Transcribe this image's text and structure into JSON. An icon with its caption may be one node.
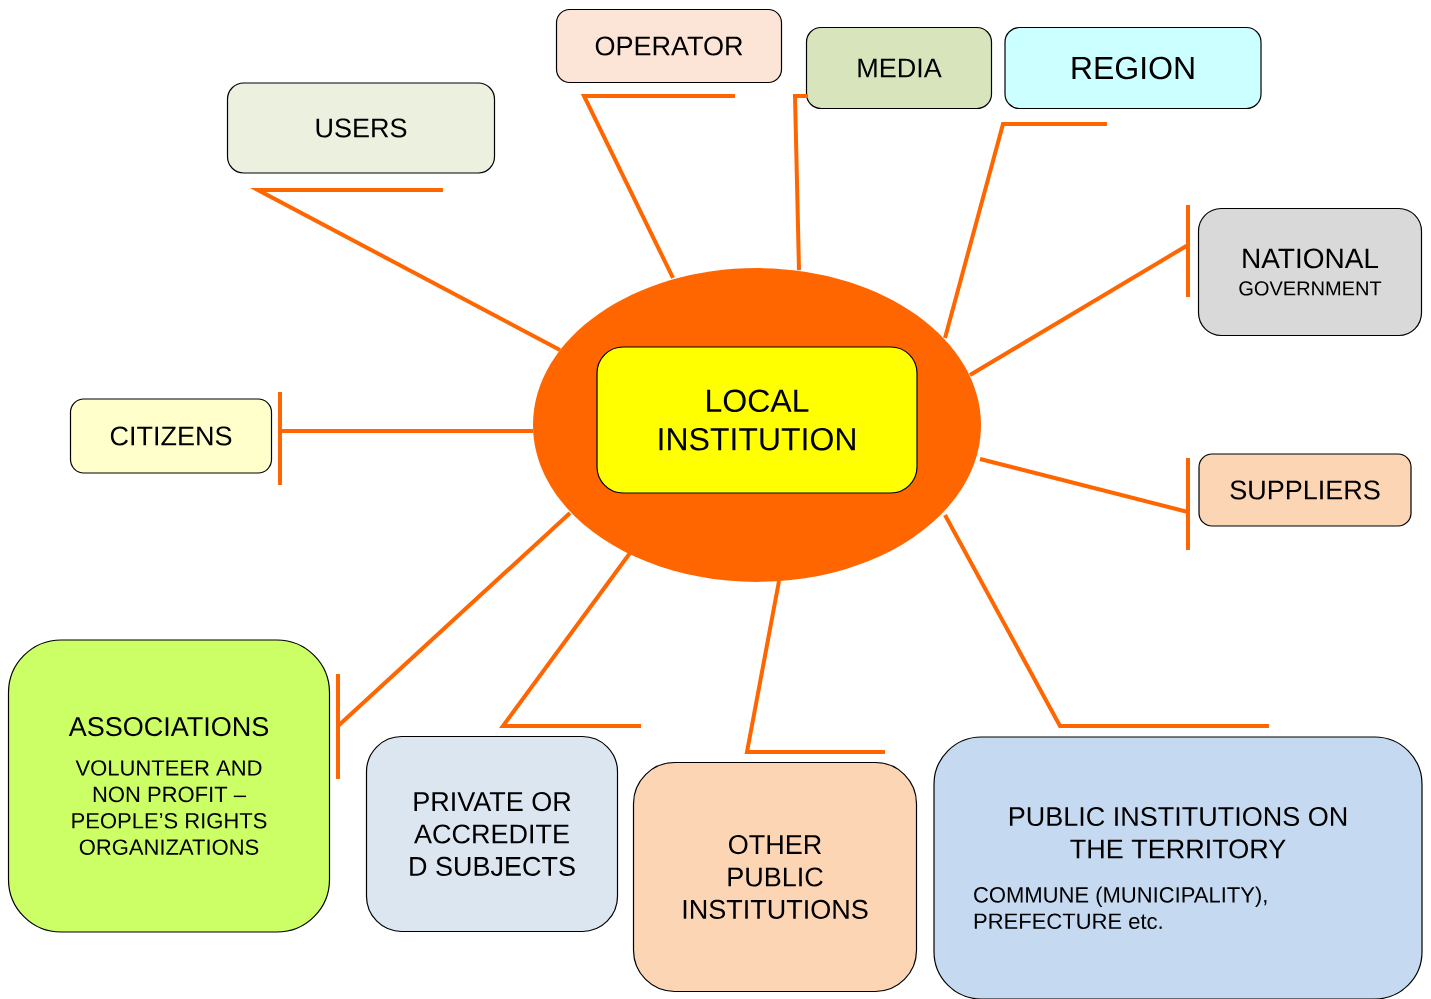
{
  "diagram": {
    "nodes": [
      {
        "text": [],
        "shape": "ellipse"
      },
      {
        "text": [
          "LOCAL INSTITUTION"
        ],
        "in": 0
      },
      {
        "text": [
          "OPERATOR"
        ]
      },
      {
        "text": [
          "MEDIA"
        ]
      },
      {
        "text": [
          "REGION"
        ]
      },
      {
        "text": [
          "USERS"
        ]
      },
      {
        "text": [
          "NATIONAL",
          "GOVERNMENT"
        ]
      },
      {
        "text": [
          "CITIZENS"
        ]
      },
      {
        "text": [
          "SUPPLIERS"
        ]
      },
      {
        "text": [
          "ASSOCIATIONS",
          "VOLUNTEER AND NON PROFIT – PEOPLE’S RIGHTS ORGANIZATIONS"
        ]
      },
      {
        "text": [
          "PRIVATE OR ACCREDITE D SUBJECTS"
        ]
      },
      {
        "text": [
          "OTHER PUBLIC INSTITUTIONS"
        ]
      },
      {
        "text": [
          "PUBLIC INSTITUTIONS ON THE TERRITORY",
          "COMMUNE (MUNICIPALITY), PREFECTURE etc."
        ]
      }
    ],
    "edges": [
      {
        "from": 0,
        "to": 2,
        "arrow": "none"
      },
      {
        "from": 0,
        "to": 3,
        "arrow": "none"
      },
      {
        "from": 0,
        "to": 4,
        "arrow": "none"
      },
      {
        "from": 0,
        "to": 5,
        "arrow": "none"
      },
      {
        "from": 0,
        "to": 6,
        "arrow": "none"
      },
      {
        "from": 0,
        "to": 7,
        "arrow": "none"
      },
      {
        "from": 0,
        "to": 8,
        "arrow": "none"
      },
      {
        "from": 0,
        "to": 9,
        "arrow": "none"
      },
      {
        "from": 0,
        "to": 10,
        "arrow": "none"
      },
      {
        "from": 0,
        "to": 11,
        "arrow": "none"
      },
      {
        "from": 0,
        "to": 12,
        "arrow": "none"
      }
    ]
  }
}
